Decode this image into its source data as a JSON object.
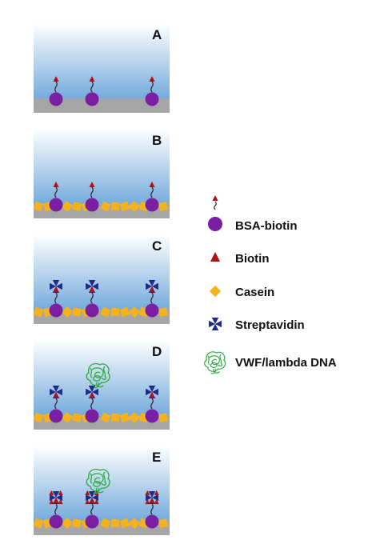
{
  "figure": {
    "panels": [
      {
        "letter": "A",
        "surface": "bare",
        "bsa_count": 3,
        "streptavidin": "none",
        "vwf": false
      },
      {
        "letter": "B",
        "surface": "casein",
        "bsa_count": 3,
        "streptavidin": "none",
        "vwf": false
      },
      {
        "letter": "C",
        "surface": "casein",
        "bsa_count": 3,
        "streptavidin": "bound",
        "vwf": false
      },
      {
        "letter": "D",
        "surface": "casein",
        "bsa_count": 3,
        "streptavidin": "bound",
        "vwf": true
      },
      {
        "letter": "E",
        "surface": "casein",
        "bsa_count": 3,
        "streptavidin": "saturated",
        "vwf": true
      }
    ]
  },
  "legend": {
    "items": [
      {
        "key": "bsa",
        "label": "BSA-biotin"
      },
      {
        "key": "biotin",
        "label": "Biotin"
      },
      {
        "key": "casein",
        "label": "Casein"
      },
      {
        "key": "streptavidin",
        "label": "Streptavidin"
      },
      {
        "key": "vwf",
        "label": "VWF/lambda DNA"
      }
    ]
  },
  "colors": {
    "solution_top": "#ffffff",
    "solution_bottom": "#5b9bd5",
    "substrate": "#a6a6a6",
    "bsa": "#7a1fa2",
    "biotin": "#b01010",
    "casein": "#f5b21b",
    "streptavidin": "#1e2a8a",
    "vwf": "#2eaa3e"
  }
}
